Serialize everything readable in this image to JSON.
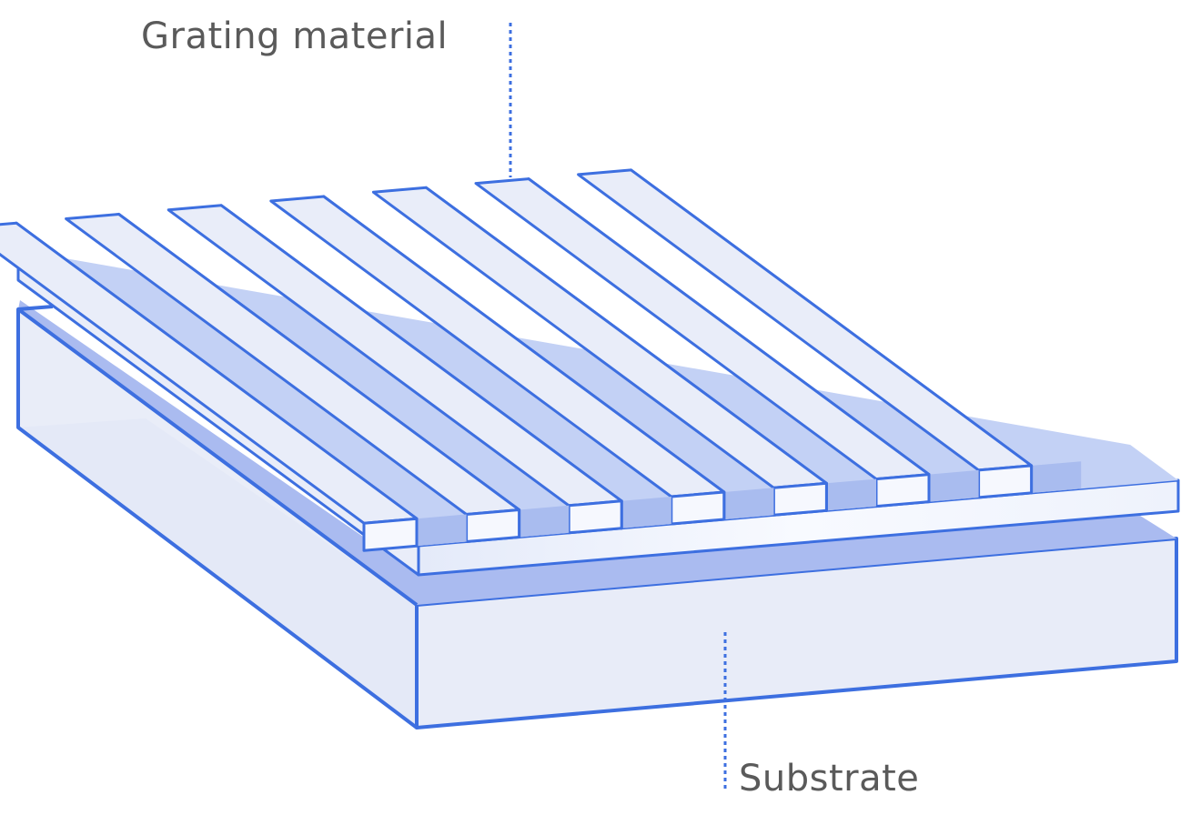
{
  "labels": {
    "grating": "Grating material",
    "substrate": "Substrate"
  },
  "colors": {
    "outline": "#3d6fe0",
    "leader_line": "#3d6fe0",
    "label_text": "#5a5a5a",
    "ridge_top": "#e9edf9",
    "groove_wall": "#c3d1f5",
    "groove_end": "#a9bcef",
    "slab_front": "#f3f6fd",
    "substrate_top": "#aabbf0",
    "substrate_face": "#e8ecf8"
  },
  "grating": {
    "ridge_count": 7
  }
}
